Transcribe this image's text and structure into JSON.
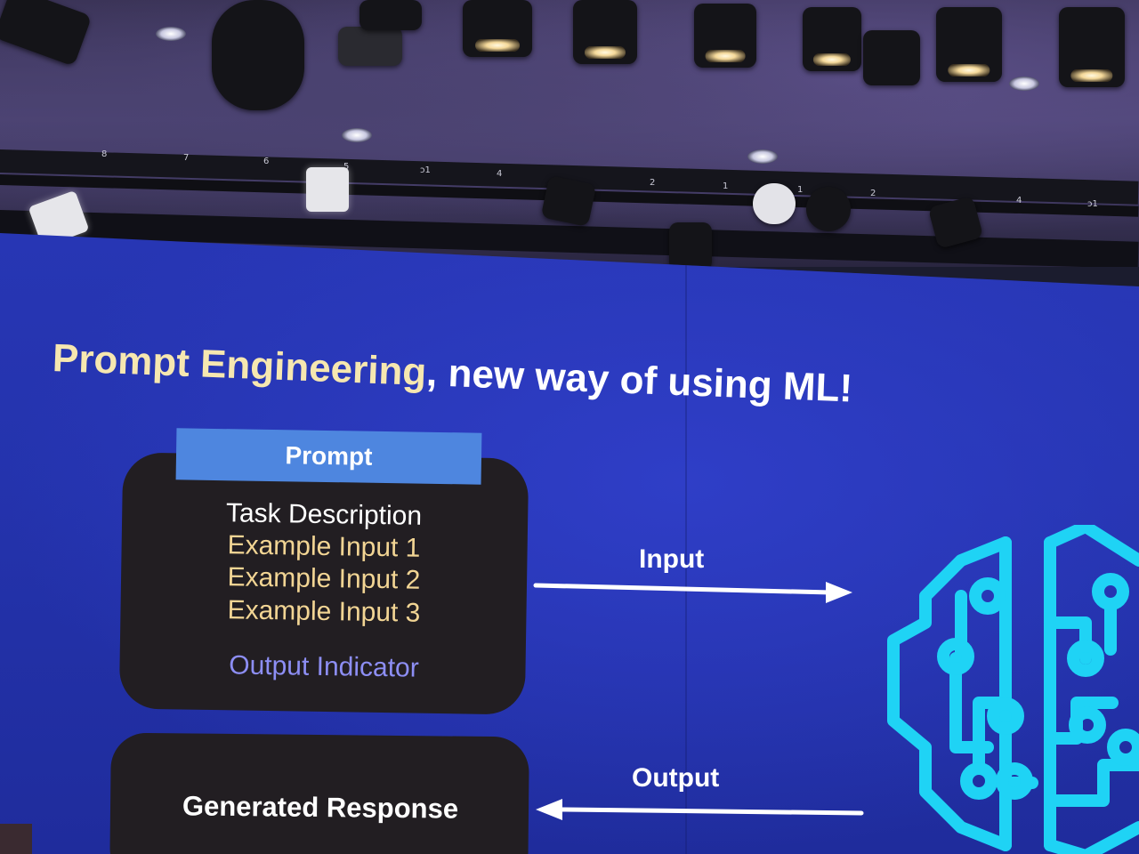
{
  "slide": {
    "title_highlight": "Prompt Engineering",
    "title_rest": ", new way of using ML!",
    "prompt": {
      "header": "Prompt",
      "lines": [
        "Task Description",
        "Example Input 1",
        "Example Input 2",
        "Example Input 3",
        "Output Indicator"
      ]
    },
    "response_label": "Generated Response",
    "input_label": "Input",
    "output_label": "Output"
  },
  "truss_labels": [
    "8",
    "7",
    "6",
    "5",
    "ↄ1",
    "4",
    "2",
    "1",
    "1",
    "2",
    "4",
    "ↄ1"
  ],
  "colors": {
    "screen_blue": "#2433ad",
    "title_highlight": "#f6e7b0",
    "prompt_tab": "#4e86df",
    "example_text": "#f2d594",
    "output_indicator": "#8d8ef4",
    "brain_icon": "#1fd3f5",
    "box_fill": "#221e22"
  },
  "icons": [
    "brain-circuit-icon",
    "arrow-right-icon",
    "arrow-left-icon"
  ]
}
